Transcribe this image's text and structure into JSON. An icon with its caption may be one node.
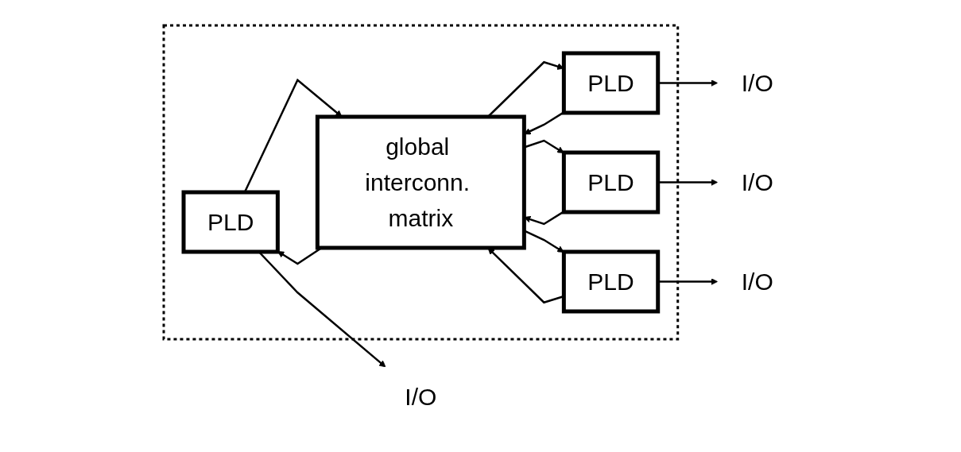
{
  "diagram": {
    "nodes": [
      {
        "text": [
          "I/O"
        ]
      },
      {
        "text": [],
        "shape": "box"
      },
      {
        "text": [
          "PLD"
        ],
        "in": 1
      },
      {
        "text": [
          "global interconn. matrix"
        ],
        "in": 1
      },
      {
        "text": [
          "PLD"
        ],
        "in": 1
      },
      {
        "text": [
          "I/O"
        ]
      },
      {
        "text": [
          "I/O"
        ]
      },
      {
        "text": [
          "PLD"
        ],
        "in": 1
      },
      {
        "text": [
          "PLD"
        ],
        "in": 1
      },
      {
        "text": [
          "I/O"
        ]
      }
    ],
    "edges": [
      {
        "from": 2,
        "to": 3,
        "arrow": "to"
      },
      {
        "from": 2,
        "to": 0,
        "arrow": "to"
      },
      {
        "from": 3,
        "to": 2,
        "arrow": "to"
      },
      {
        "from": 3,
        "to": 4,
        "arrow": "to"
      },
      {
        "from": 4,
        "to": 3,
        "arrow": "to"
      },
      {
        "from": 4,
        "to": 6,
        "arrow": "to"
      },
      {
        "from": 7,
        "to": 3,
        "arrow": "to"
      },
      {
        "from": 7,
        "to": 5,
        "arrow": "to"
      },
      {
        "from": 3,
        "to": 7,
        "arrow": "to"
      },
      {
        "from": 3,
        "to": 8,
        "arrow": "to"
      },
      {
        "from": 8,
        "to": 3,
        "arrow": "to"
      },
      {
        "from": 8,
        "to": 9,
        "arrow": "to"
      }
    ]
  }
}
